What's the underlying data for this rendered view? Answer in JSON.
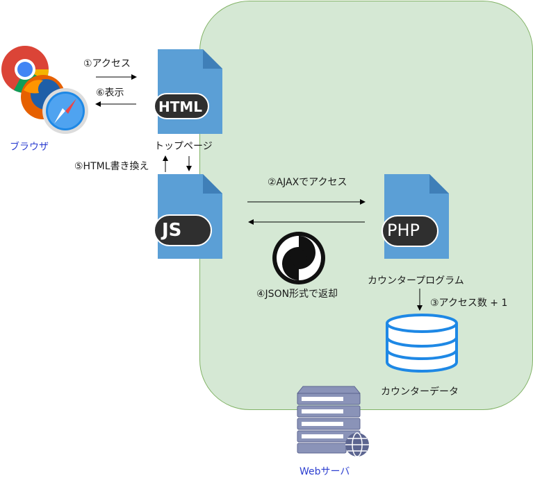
{
  "diagram": {
    "server_area_color": "#d5e8d4",
    "server_area_border": "#82b366",
    "file_color": "#5b9fd6",
    "badge_color": "#2f2f2f",
    "nodes": {
      "browser": {
        "label": "ブラウザ",
        "icon": "browser-icons"
      },
      "html": {
        "badge": "HTML",
        "label": "トップページ"
      },
      "js": {
        "badge": "JS"
      },
      "php": {
        "badge": "PHP",
        "label": "カウンタープログラム"
      },
      "json": {
        "icon": "json-icon"
      },
      "db": {
        "label": "カウンターデータ",
        "icon": "database-icon"
      },
      "server": {
        "label": "Webサーバ",
        "icon": "server-icon"
      }
    },
    "edges": {
      "access": "①アクセス",
      "ajax": "②AJAXでアクセス",
      "count": "③アクセス数 + 1",
      "json_return": "④JSON形式で返却",
      "rewrite": "⑤HTML書き換え",
      "display": "⑥表示"
    }
  }
}
